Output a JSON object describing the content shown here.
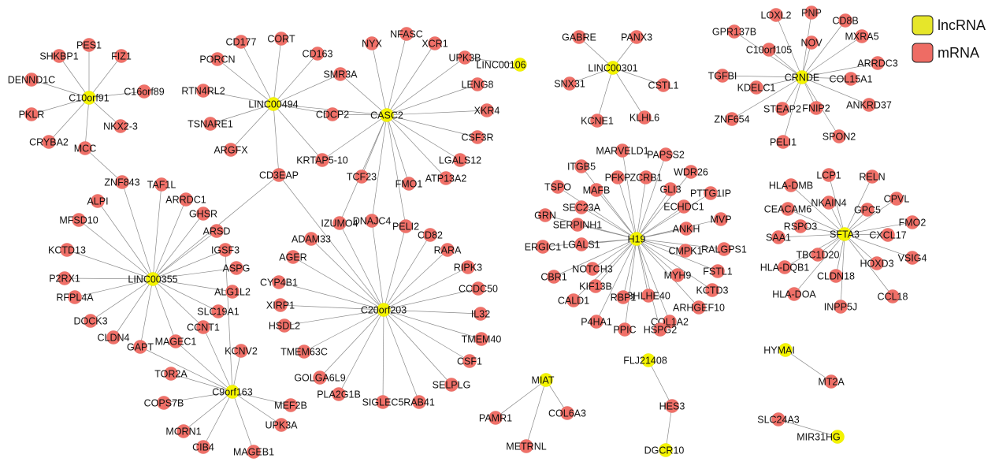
{
  "colors": {
    "lncRNA": "#f4f400",
    "mRNA": "#f07068",
    "edge": "#8a8a8a",
    "legend_lnc": "#e6e62a",
    "legend_m": "#ee6c64"
  },
  "legend": [
    {
      "label": "lncRNA",
      "kind": "lnc"
    },
    {
      "label": "mRNA",
      "kind": "m"
    }
  ],
  "nodes": {
    "C10orf91": "lnc",
    "LINC00494": "lnc",
    "CASC2": "lnc",
    "LINC00106": "lnc",
    "LINC00301": "lnc",
    "CRNDE": "lnc",
    "LINC00355": "lnc",
    "H19": "lnc",
    "SFTA3": "lnc",
    "C20orf203": "lnc",
    "C9orf163": "lnc",
    "MIAT": "lnc",
    "FLJ21408": "lnc",
    "HYMAI": "lnc",
    "DGCR10": "lnc",
    "MIR31HG": "lnc",
    "SHKBP1": "m",
    "PES1": "m",
    "FIZ1": "m",
    "DENND1C": "m",
    "C16orf89": "m",
    "PKLR": "m",
    "NKX2-3": "m",
    "CRYBA2": "m",
    "MCC": "m",
    "CORT": "m",
    "CD177": "m",
    "CD163": "m",
    "PORCN": "m",
    "SMR3A": "m",
    "RTN4RL2": "m",
    "CDCP2": "m",
    "TSNARE1": "m",
    "ARGFX": "m",
    "KRTAP5-10": "m",
    "CD3EAP": "m",
    "NYX": "m",
    "NFASC": "m",
    "XCR1": "m",
    "UPK3B": "m",
    "LENG8": "m",
    "XKR4": "m",
    "CSF3R": "m",
    "LGALS12": "m",
    "ATP13A2": "m",
    "FMO1": "m",
    "TCF23": "m",
    "GABRE": "m",
    "PANX3": "m",
    "SNX31": "m",
    "CSTL1": "m",
    "KCNE1": "m",
    "KLHL6": "m",
    "LOXL2": "m",
    "PNP": "m",
    "CD8B": "m",
    "GPR137B": "m",
    "NOV": "m",
    "MXRA5": "m",
    "C10orf105": "m",
    "ARRDC3": "m",
    "TGFBI": "m",
    "KDELC1": "m",
    "COL15A1": "m",
    "ZNF654": "m",
    "STEAP2": "m",
    "FNIP2": "m",
    "ANKRD37": "m",
    "PELI1": "m",
    "SPON2": "m",
    "ZNF843": "m",
    "TAF1L": "m",
    "ALPI": "m",
    "ARRDC1": "m",
    "MFSD10": "m",
    "GHSR": "m",
    "ARSD": "m",
    "KCTD13": "m",
    "IGSF3": "m",
    "ASPG": "m",
    "P2RX1": "m",
    "ALG1L2": "m",
    "RFPL4A": "m",
    "SLC19A1": "m",
    "DOCK3": "m",
    "CCNT1": "m",
    "CLDN4": "m",
    "GAPT": "m",
    "MAGEC1": "m",
    "MARVELD1": "m",
    "PAPSS2": "m",
    "ITGB5": "m",
    "PFKP": "m",
    "ZCRB1": "m",
    "WDR26": "m",
    "TSPO": "m",
    "MAFB": "m",
    "GLI3": "m",
    "PTTG1IP": "m",
    "SEC23A": "m",
    "ECHDC1": "m",
    "GRN": "m",
    "MVP": "m",
    "SERPINH1": "m",
    "ANKH": "m",
    "ERGIC1": "m",
    "LGALS1": "m",
    "CMPK1": "m",
    "RALGPS1": "m",
    "NOTCH3": "m",
    "FSTL1": "m",
    "CBR1": "m",
    "MYH9": "m",
    "KIF13B": "m",
    "BHLHE40": "m",
    "KCTD3": "m",
    "CALD1": "m",
    "RBP1": "m",
    "ARHGEF10": "m",
    "P4HA1": "m",
    "COL1A2": "m",
    "PPIC": "m",
    "HSPG2": "m",
    "HLA-DMB": "m",
    "LCP1": "m",
    "RELN": "m",
    "NKAIN4": "m",
    "CPVL": "m",
    "CEACAM6": "m",
    "GPC5": "m",
    "FMO2": "m",
    "RSPO3": "m",
    "SAA1": "m",
    "CXCL17": "m",
    "TBC1D20": "m",
    "VSIG4": "m",
    "HLA-DQB1": "m",
    "HOXD3": "m",
    "CLDN18": "m",
    "HLA-DOA": "m",
    "CCL18": "m",
    "INPP5J": "m",
    "IZUMO4": "m",
    "DNAJC4": "m",
    "PELI2": "m",
    "ADAM33": "m",
    "CD82": "m",
    "AGER": "m",
    "RARA": "m",
    "RIPK3": "m",
    "CYP4B1": "m",
    "CCDC50": "m",
    "XIRP1": "m",
    "IL32": "m",
    "HSDL2": "m",
    "TMEM40": "m",
    "TMEM63C": "m",
    "CSF1": "m",
    "GOLGA6L9": "m",
    "SELPLG": "m",
    "PLA2G1B": "m",
    "SIGLEC5": "m",
    "RAB41": "m",
    "KCNV2": "m",
    "TOR2A": "m",
    "COPS7B": "m",
    "MEF2B": "m",
    "UPK3A": "m",
    "MORN1": "m",
    "CIB4": "m",
    "MAGEB1": "m",
    "PAMR1": "m",
    "COL6A3": "m",
    "METRNL": "m",
    "HES3": "m",
    "MT2A": "m",
    "SLC24A3": "m"
  },
  "edges": [
    [
      "C10orf91",
      "SHKBP1"
    ],
    [
      "C10orf91",
      "PES1"
    ],
    [
      "C10orf91",
      "FIZ1"
    ],
    [
      "C10orf91",
      "DENND1C"
    ],
    [
      "C10orf91",
      "C16orf89"
    ],
    [
      "C10orf91",
      "PKLR"
    ],
    [
      "C10orf91",
      "NKX2-3"
    ],
    [
      "C10orf91",
      "CRYBA2"
    ],
    [
      "C10orf91",
      "MCC"
    ],
    [
      "LINC00494",
      "CD177"
    ],
    [
      "LINC00494",
      "CORT"
    ],
    [
      "LINC00494",
      "CD163"
    ],
    [
      "LINC00494",
      "PORCN"
    ],
    [
      "LINC00494",
      "SMR3A"
    ],
    [
      "LINC00494",
      "RTN4RL2"
    ],
    [
      "LINC00494",
      "CDCP2"
    ],
    [
      "LINC00494",
      "TSNARE1"
    ],
    [
      "LINC00494",
      "ARGFX"
    ],
    [
      "LINC00494",
      "KRTAP5-10"
    ],
    [
      "LINC00494",
      "CD3EAP"
    ],
    [
      "LINC00494",
      "CASC2"
    ],
    [
      "CASC2",
      "NYX"
    ],
    [
      "CASC2",
      "NFASC"
    ],
    [
      "CASC2",
      "XCR1"
    ],
    [
      "CASC2",
      "UPK3B"
    ],
    [
      "CASC2",
      "LENG8"
    ],
    [
      "CASC2",
      "XKR4"
    ],
    [
      "CASC2",
      "CSF3R"
    ],
    [
      "CASC2",
      "LGALS12"
    ],
    [
      "CASC2",
      "ATP13A2"
    ],
    [
      "CASC2",
      "FMO1"
    ],
    [
      "CASC2",
      "TCF23"
    ],
    [
      "CASC2",
      "SMR3A"
    ],
    [
      "CASC2",
      "CDCP2"
    ],
    [
      "CASC2",
      "KRTAP5-10"
    ],
    [
      "CASC2",
      "DNAJC4"
    ],
    [
      "CASC2",
      "PELI2"
    ],
    [
      "CASC2",
      "IZUMO4"
    ],
    [
      "LINC00106",
      "UPK3B"
    ],
    [
      "LINC00301",
      "GABRE"
    ],
    [
      "LINC00301",
      "PANX3"
    ],
    [
      "LINC00301",
      "SNX31"
    ],
    [
      "LINC00301",
      "CSTL1"
    ],
    [
      "LINC00301",
      "KCNE1"
    ],
    [
      "LINC00301",
      "KLHL6"
    ],
    [
      "CRNDE",
      "LOXL2"
    ],
    [
      "CRNDE",
      "PNP"
    ],
    [
      "CRNDE",
      "CD8B"
    ],
    [
      "CRNDE",
      "GPR137B"
    ],
    [
      "CRNDE",
      "NOV"
    ],
    [
      "CRNDE",
      "MXRA5"
    ],
    [
      "CRNDE",
      "C10orf105"
    ],
    [
      "CRNDE",
      "ARRDC3"
    ],
    [
      "CRNDE",
      "TGFBI"
    ],
    [
      "CRNDE",
      "KDELC1"
    ],
    [
      "CRNDE",
      "COL15A1"
    ],
    [
      "CRNDE",
      "ZNF654"
    ],
    [
      "CRNDE",
      "STEAP2"
    ],
    [
      "CRNDE",
      "FNIP2"
    ],
    [
      "CRNDE",
      "ANKRD37"
    ],
    [
      "CRNDE",
      "PELI1"
    ],
    [
      "CRNDE",
      "SPON2"
    ],
    [
      "LINC00355",
      "ZNF843"
    ],
    [
      "LINC00355",
      "TAF1L"
    ],
    [
      "LINC00355",
      "ALPI"
    ],
    [
      "LINC00355",
      "ARRDC1"
    ],
    [
      "LINC00355",
      "MFSD10"
    ],
    [
      "LINC00355",
      "GHSR"
    ],
    [
      "LINC00355",
      "ARSD"
    ],
    [
      "LINC00355",
      "KCTD13"
    ],
    [
      "LINC00355",
      "IGSF3"
    ],
    [
      "LINC00355",
      "ASPG"
    ],
    [
      "LINC00355",
      "P2RX1"
    ],
    [
      "LINC00355",
      "ALG1L2"
    ],
    [
      "LINC00355",
      "RFPL4A"
    ],
    [
      "LINC00355",
      "SLC19A1"
    ],
    [
      "LINC00355",
      "DOCK3"
    ],
    [
      "LINC00355",
      "CCNT1"
    ],
    [
      "LINC00355",
      "CLDN4"
    ],
    [
      "LINC00355",
      "GAPT"
    ],
    [
      "LINC00355",
      "MAGEC1"
    ],
    [
      "LINC00355",
      "CD3EAP"
    ],
    [
      "ZNF843",
      "MCC"
    ],
    [
      "H19",
      "MARVELD1"
    ],
    [
      "H19",
      "PAPSS2"
    ],
    [
      "H19",
      "ITGB5"
    ],
    [
      "H19",
      "PFKP"
    ],
    [
      "H19",
      "ZCRB1"
    ],
    [
      "H19",
      "WDR26"
    ],
    [
      "H19",
      "TSPO"
    ],
    [
      "H19",
      "MAFB"
    ],
    [
      "H19",
      "GLI3"
    ],
    [
      "H19",
      "PTTG1IP"
    ],
    [
      "H19",
      "SEC23A"
    ],
    [
      "H19",
      "ECHDC1"
    ],
    [
      "H19",
      "GRN"
    ],
    [
      "H19",
      "MVP"
    ],
    [
      "H19",
      "SERPINH1"
    ],
    [
      "H19",
      "ANKH"
    ],
    [
      "H19",
      "ERGIC1"
    ],
    [
      "H19",
      "LGALS1"
    ],
    [
      "H19",
      "CMPK1"
    ],
    [
      "H19",
      "RALGPS1"
    ],
    [
      "H19",
      "NOTCH3"
    ],
    [
      "H19",
      "FSTL1"
    ],
    [
      "H19",
      "CBR1"
    ],
    [
      "H19",
      "MYH9"
    ],
    [
      "H19",
      "KIF13B"
    ],
    [
      "H19",
      "BHLHE40"
    ],
    [
      "H19",
      "KCTD3"
    ],
    [
      "H19",
      "CALD1"
    ],
    [
      "H19",
      "RBP1"
    ],
    [
      "H19",
      "ARHGEF10"
    ],
    [
      "H19",
      "P4HA1"
    ],
    [
      "H19",
      "COL1A2"
    ],
    [
      "H19",
      "PPIC"
    ],
    [
      "H19",
      "HSPG2"
    ],
    [
      "SFTA3",
      "HLA-DMB"
    ],
    [
      "SFTA3",
      "LCP1"
    ],
    [
      "SFTA3",
      "RELN"
    ],
    [
      "SFTA3",
      "NKAIN4"
    ],
    [
      "SFTA3",
      "CPVL"
    ],
    [
      "SFTA3",
      "CEACAM6"
    ],
    [
      "SFTA3",
      "GPC5"
    ],
    [
      "SFTA3",
      "FMO2"
    ],
    [
      "SFTA3",
      "RSPO3"
    ],
    [
      "SFTA3",
      "SAA1"
    ],
    [
      "SFTA3",
      "CXCL17"
    ],
    [
      "SFTA3",
      "TBC1D20"
    ],
    [
      "SFTA3",
      "VSIG4"
    ],
    [
      "SFTA3",
      "HLA-DQB1"
    ],
    [
      "SFTA3",
      "HOXD3"
    ],
    [
      "SFTA3",
      "CLDN18"
    ],
    [
      "SFTA3",
      "HLA-DOA"
    ],
    [
      "SFTA3",
      "CCL18"
    ],
    [
      "SFTA3",
      "INPP5J"
    ],
    [
      "C20orf203",
      "IZUMO4"
    ],
    [
      "C20orf203",
      "DNAJC4"
    ],
    [
      "C20orf203",
      "PELI2"
    ],
    [
      "C20orf203",
      "ADAM33"
    ],
    [
      "C20orf203",
      "CD82"
    ],
    [
      "C20orf203",
      "AGER"
    ],
    [
      "C20orf203",
      "RARA"
    ],
    [
      "C20orf203",
      "RIPK3"
    ],
    [
      "C20orf203",
      "CYP4B1"
    ],
    [
      "C20orf203",
      "CCDC50"
    ],
    [
      "C20orf203",
      "XIRP1"
    ],
    [
      "C20orf203",
      "IL32"
    ],
    [
      "C20orf203",
      "HSDL2"
    ],
    [
      "C20orf203",
      "TMEM40"
    ],
    [
      "C20orf203",
      "TMEM63C"
    ],
    [
      "C20orf203",
      "CSF1"
    ],
    [
      "C20orf203",
      "GOLGA6L9"
    ],
    [
      "C20orf203",
      "SELPLG"
    ],
    [
      "C20orf203",
      "PLA2G1B"
    ],
    [
      "C20orf203",
      "SIGLEC5"
    ],
    [
      "C20orf203",
      "RAB41"
    ],
    [
      "C20orf203",
      "CD3EAP"
    ],
    [
      "C9orf163",
      "KCNV2"
    ],
    [
      "C9orf163",
      "TOR2A"
    ],
    [
      "C9orf163",
      "COPS7B"
    ],
    [
      "C9orf163",
      "MEF2B"
    ],
    [
      "C9orf163",
      "UPK3A"
    ],
    [
      "C9orf163",
      "MORN1"
    ],
    [
      "C9orf163",
      "CIB4"
    ],
    [
      "C9orf163",
      "MAGEB1"
    ],
    [
      "C9orf163",
      "CCNT1"
    ],
    [
      "C9orf163",
      "MAGEC1"
    ],
    [
      "C9orf163",
      "IGSF3"
    ],
    [
      "C9orf163",
      "GAPT"
    ],
    [
      "MIAT",
      "PAMR1"
    ],
    [
      "MIAT",
      "COL6A3"
    ],
    [
      "MIAT",
      "METRNL"
    ],
    [
      "FLJ21408",
      "HES3"
    ],
    [
      "HES3",
      "DGCR10"
    ],
    [
      "HYMAI",
      "MT2A"
    ],
    [
      "MIR31HG",
      "SLC24A3"
    ]
  ]
}
